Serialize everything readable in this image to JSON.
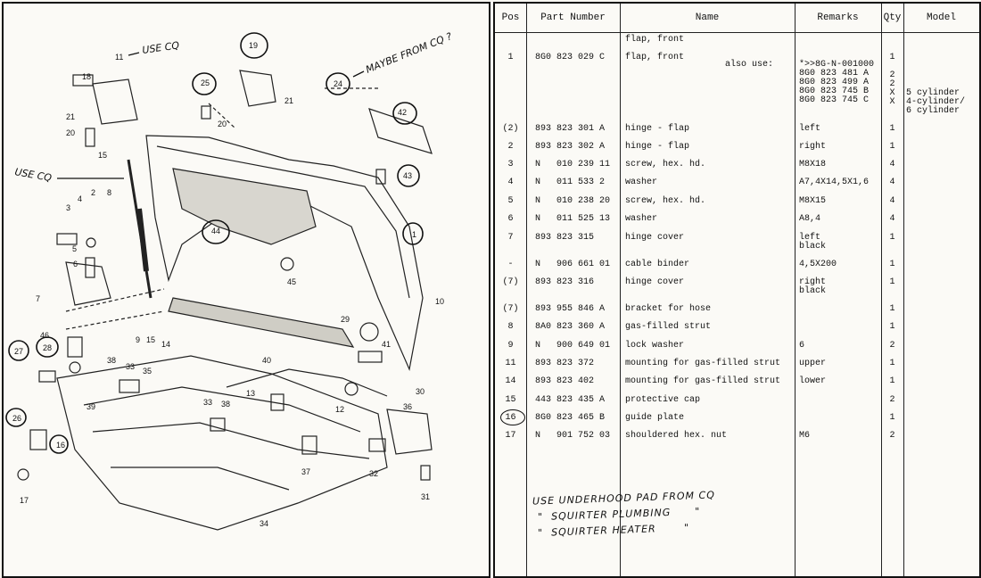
{
  "diagram": {
    "callouts": [
      "1",
      "2",
      "3",
      "4",
      "5",
      "6",
      "7",
      "8",
      "9",
      "10",
      "11",
      "12",
      "13",
      "14",
      "15",
      "15",
      "16",
      "17",
      "18",
      "19",
      "20",
      "20",
      "21",
      "21",
      "24",
      "25",
      "26",
      "27",
      "28",
      "29",
      "30",
      "31",
      "32",
      "33",
      "33",
      "34",
      "35",
      "36",
      "37",
      "38",
      "38",
      "39",
      "40",
      "41",
      "42",
      "43",
      "44",
      "45",
      "46"
    ],
    "notes": [
      "USE CQ",
      "MAYBE FROM CQ ?",
      "USE CQ"
    ]
  },
  "table": {
    "headers": {
      "pos": "Pos",
      "part": "Part Number",
      "name": "Name",
      "remarks": "Remarks",
      "qty": "Qty",
      "model": "Model"
    },
    "rows": [
      {
        "pos": "",
        "part": "",
        "name": "flap, front",
        "remarks": "",
        "qty": "",
        "model": ""
      },
      {
        "pos": "1",
        "part": "8G0 823 029 C",
        "name": "flap, front",
        "also": "also use:",
        "remarks": "*>>8G-N-001000\n8G0 823 481 A\n8G0 823 499 A\n8G0 823 745 B\n8G0 823 745 C",
        "qty": "1\n\n2\n2\nX\nX",
        "model": "\n\n\n\n5 cylinder\n4-cylinder/\n6 cylinder"
      },
      {
        "pos": "(2)",
        "part": "893 823 301 A",
        "name": "hinge - flap",
        "remarks": "left",
        "qty": "1",
        "model": ""
      },
      {
        "pos": "2",
        "part": "893 823 302 A",
        "name": "hinge - flap",
        "remarks": "right",
        "qty": "1",
        "model": ""
      },
      {
        "pos": "3",
        "part": "N   010 239 11",
        "name": "screw, hex. hd.",
        "remarks": "M8X18",
        "qty": "4",
        "model": ""
      },
      {
        "pos": "4",
        "part": "N   011 533 2",
        "name": "washer",
        "remarks": "A7,4X14,5X1,6",
        "qty": "4",
        "model": ""
      },
      {
        "pos": "5",
        "part": "N   010 238 20",
        "name": "screw, hex. hd.",
        "remarks": "M8X15",
        "qty": "4",
        "model": ""
      },
      {
        "pos": "6",
        "part": "N   011 525 13",
        "name": "washer",
        "remarks": "A8,4",
        "qty": "4",
        "model": ""
      },
      {
        "pos": "7",
        "part": "893 823 315",
        "name": "hinge cover",
        "remarks": "left\nblack",
        "qty": "1",
        "model": ""
      },
      {
        "pos": "-",
        "part": "N   906 661 01",
        "name": "cable binder",
        "remarks": "4,5X200",
        "qty": "1",
        "model": ""
      },
      {
        "pos": "(7)",
        "part": "893 823 316",
        "name": "hinge cover",
        "remarks": "right\nblack",
        "qty": "1",
        "model": ""
      },
      {
        "pos": "(7)",
        "part": "893 955 846 A",
        "name": "bracket for hose",
        "remarks": "",
        "qty": "1",
        "model": ""
      },
      {
        "pos": "8",
        "part": "8A0 823 360 A",
        "name": "gas-filled strut",
        "remarks": "",
        "qty": "1",
        "model": ""
      },
      {
        "pos": "9",
        "part": "N   900 649 01",
        "name": "lock washer",
        "remarks": "6",
        "qty": "2",
        "model": ""
      },
      {
        "pos": "11",
        "part": "893 823 372",
        "name": "mounting for gas-filled strut",
        "remarks": "upper",
        "qty": "1",
        "model": ""
      },
      {
        "pos": "14",
        "part": "893 823 402",
        "name": "mounting for gas-filled strut",
        "remarks": "lower",
        "qty": "1",
        "model": ""
      },
      {
        "pos": "15",
        "part": "443 823 435 A",
        "name": "protective cap",
        "remarks": "",
        "qty": "2",
        "model": ""
      },
      {
        "pos": "16",
        "part": "8G0 823 465 B",
        "name": "guide plate",
        "remarks": "",
        "qty": "1",
        "model": ""
      },
      {
        "pos": "17",
        "part": "N   901 752 03",
        "name": "shouldered hex. nut",
        "remarks": "M6",
        "qty": "2",
        "model": ""
      }
    ],
    "handwritten": [
      "USE UNDERHOOD PAD FROM CQ",
      "\"  SQUIRTER PLUMBING      \"",
      "\"  SQUIRTER HEATER       \""
    ]
  }
}
